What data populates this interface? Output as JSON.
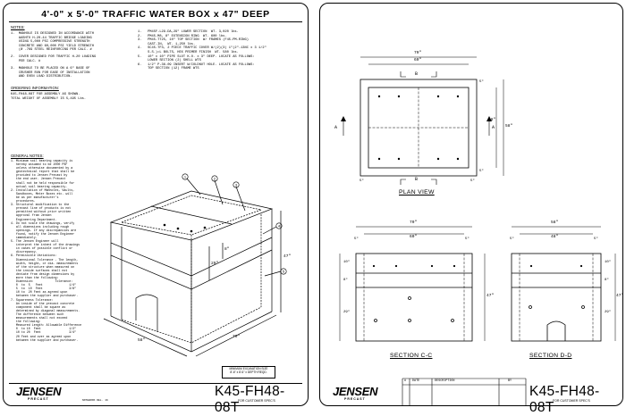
{
  "left_sheet": {
    "title": "4'-0\" x 5'-0\" TRAFFIC WATER BOX x 47\" DEEP",
    "notes_heading": "NOTES:",
    "notes": [
      "1.  MANHOLE IS DESIGNED IN ACCORDANCE WITH\n    AASHTO H-20-44 TRAFFIC BRIDGE LOADING\n    USING 5,000 PSI COMPRESSIVE STRENGTH\n    CONCRETE AND 60,000 PSI YIELD STRENGTH\n    (Ø .769 STEEL REINFORCING PER CALC. #",
      "2.  COVER DESIGNED FOR TRAFFIC H-20 LOADING\n    PER CALC. #",
      "3.  MANHOLE TO BE PLACED ON A 6\" BASE OF\n    CRUSHER RUN FOR EASE OF INSTALLATION\n    AND EVEN LOAD DISTRIBUTION."
    ],
    "ordering_heading": "ORDERING INFORMATION:",
    "ordering_text": "K45-FH48-08T FOR ASSEMBLY AS SHOWN.\nTOTAL WEIGHT OF ASSEMBLY IS 5,495 Lbs.",
    "parts": "1.   PM45F-L29-DA,29\" LOWER SECTION  WT. 3,020 lbs.\n2.   PM45-M8, 8\" EXTENSION RING  WT. 600 lbs.\n3.   PM45-TT25, 10\" TOP SECTION  W/ FRAMES (F45-PM-RING)\n     CAST-IN,  WT. 1,250 lbs.\n4.   SC45-TF3, 2 PIECE TRAFFIC COVER W/(2)(3) 1\"(2\"-13NC x 3 1/2\"\n     S.S.)=L BOLTS, HEX PRIMER FINISH  WT. 580 lbs.\n5.   10\" x 10\" PIPE SLOT K.O. x 3\" DEEP. LOCATE AS FOLLOWS:\n     LOWER SECTION (2) SHELL WTS\n6.   1/2\" P-36-09 INSERT W/COLDNUT HOLE. LOCATE AS FOLLOWS:\n     TOP SECTION (12) FRAME WTS",
    "general_heading": "GENERAL NOTES:",
    "general_notes": "1. Minimum soil bearing capacity is\n   hereby assumed to be 2000 PSF\n   unless otherwise documented by a\n   geotechnical report that shall be\n   provided to Jensen Precast by\n   the end user. Jensen Precast\n   shall not be held responsible for\n   actual soil bearing capacity.\n2. Installation of Manholes, Vaults,\n   Sandboxes, Meter Boxes etc. will\n   be as per manufacturer's\n   procedures.\n3. Structural modification to the\n   precast line of products is not\n   permitted without prior written\n   approval from Jensen\n   Engineering Department.\n4. Do not scale the drawings, verify\n   all dimensions including rough\n   openings. If any discrepancies are\n   found, notify the Jensen Engineer\n   immediately.\n5. The Jensen Engineer will\n   interpret the intent of the drawings\n   in cases of possible conflict or\n   discrepancy.\n6. Permissible Variations:\n   Dimensional Tolerance - The length,\n   width, height, or dia. measurements\n   of the structure when measured on\n   the inside surfaces shall not\n   deviate from design dimensions by\n   more than the following:\n   Dimension:            Tolerance:\n   0  to  5   Feet               1/4\"\n   5  to  10  Feet               3/8\"\n   10 to  20 Feet as agreed upon\n   between the supplier and purchaser.\n7. Squareness Tolerance:\n   An inside of the precast concrete\n   component shall be square as\n   determined by diagonal measurements.\n   The difference between such\n   measurements shall not exceed\n   the following:\n   Measured Length: Allowable Difference\n   0  to 10  Feet                1/2\"\n   10 to 20  Feet                3/4\"\n   20 Feet and over as agreed upon\n   between the supplier and purchaser.",
    "dim_labels": {
      "width": "70\"",
      "depth": "58\"",
      "h1": "47\"",
      "h2": "29\"",
      "h3": "8\""
    },
    "stamp_box": "MINIMUM EXCAVATION SIZE\n8'-6\" x 8'-6\" x DEPTH REQD.",
    "logo": "JENSEN",
    "logo_sub": "PRECAST",
    "footer_small": "NOTEBOOK REL. 16",
    "dwg_number": "K45-FH48-08T",
    "dwg_sub": "FOR CUSTOMER SPEC'S"
  },
  "right_sheet": {
    "plan": {
      "overall_w": "70\"",
      "inner_w": "60\"",
      "overall_h": "58\"",
      "inner_h": "48\"",
      "wall_top": "5\"",
      "wall_bot": "5\"",
      "wall_l": "5\"",
      "wall_r": "5\"",
      "cut_b": "B",
      "cut_a": "A",
      "label": "PLAN VIEW"
    },
    "section_cc": {
      "overall_w": "70\"",
      "inner_w": "60\"",
      "wall_l": "5\"",
      "wall_r": "5\"",
      "h_total": "47\"",
      "h_top": "10\"",
      "h_mid": "8\"",
      "h_low": "29\"",
      "label": "SECTION C-C"
    },
    "section_dd": {
      "overall_w": "58\"",
      "inner_w": "48\"",
      "wall_l": "5\"",
      "wall_r": "5\"",
      "h_total": "47\"",
      "h_top": "10\"",
      "h_mid": "8\"",
      "h_low": "29\"",
      "label": "SECTION D-D"
    },
    "revision_headers": [
      "#",
      "DATE",
      "DESCRIPTION",
      "BY"
    ],
    "logo": "JENSEN",
    "logo_sub": "PRECAST",
    "dwg_number": "K45-FH48-08T",
    "dwg_sub": "FOR CUSTOMER SPEC'S"
  }
}
